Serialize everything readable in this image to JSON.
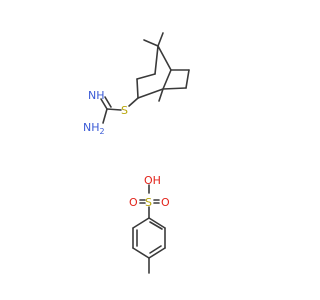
{
  "molecule": {
    "atom_labels": {
      "nh": "NH",
      "nh2": "NH",
      "nh2_subscript": "2",
      "s_thioether": "S",
      "s_sulfonyl": "S",
      "oh": "OH",
      "o_left": "O",
      "o_right": "O"
    },
    "colors": {
      "bond": "#3a3a3a",
      "nitrogen": "#3b5bd6",
      "sulfur": "#b8a60a",
      "oxygen": "#e2231a"
    }
  }
}
